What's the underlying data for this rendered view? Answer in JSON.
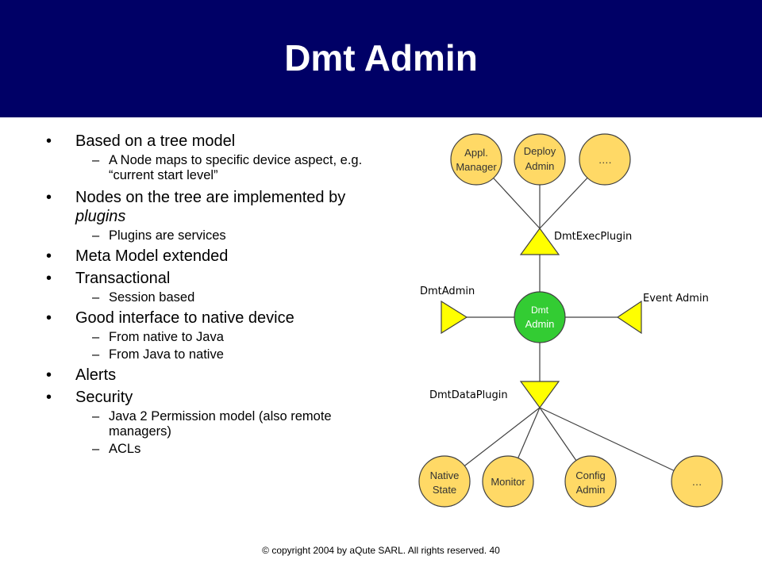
{
  "slide": {
    "title": "Dmt Admin",
    "footer": "© copyright 2004 by aQute SARL. All rights reserved. 40"
  },
  "bullets": [
    {
      "text": "Based on a tree model",
      "sub": [
        "A Node maps to specific device aspect, e.g. “current start level”"
      ]
    },
    {
      "text_before": "Nodes on the tree are implemented by ",
      "text_italic": "plugins",
      "sub": [
        "Plugins are services"
      ]
    },
    {
      "text": "Meta Model extended",
      "sub": []
    },
    {
      "text": "Transactional",
      "sub": [
        "Session based"
      ]
    },
    {
      "text": "Good interface to native device",
      "sub": [
        "From native to Java",
        "From Java to native"
      ]
    },
    {
      "text": "Alerts",
      "sub": []
    },
    {
      "text": "Security",
      "sub": [
        "Java 2 Permission model (also remote managers)",
        "ACLs"
      ]
    }
  ],
  "markers": {
    "bullet": "•",
    "dash": "–"
  },
  "diagram": {
    "center_node": {
      "line1": "Dmt",
      "line2": "Admin"
    },
    "top_nodes": [
      {
        "line1": "Appl.",
        "line2": "Manager"
      },
      {
        "line1": "Deploy",
        "line2": "Admin"
      },
      {
        "line1": "….",
        "line2": ""
      }
    ],
    "bottom_nodes": [
      {
        "line1": "Native",
        "line2": "State"
      },
      {
        "line1": "Monitor",
        "line2": ""
      },
      {
        "line1": "Config",
        "line2": "Admin"
      },
      {
        "line1": "…",
        "line2": ""
      }
    ],
    "labels": {
      "exec_plugin": "DmtExecPlugin",
      "dmt_admin": "DmtAdmin",
      "event_admin": "Event Admin",
      "data_plugin": "DmtDataPlugin"
    },
    "colors": {
      "node_fill": "#ffd966",
      "center_fill": "#33cc33",
      "triangle_fill": "#ffff00",
      "stroke": "#404040"
    }
  }
}
